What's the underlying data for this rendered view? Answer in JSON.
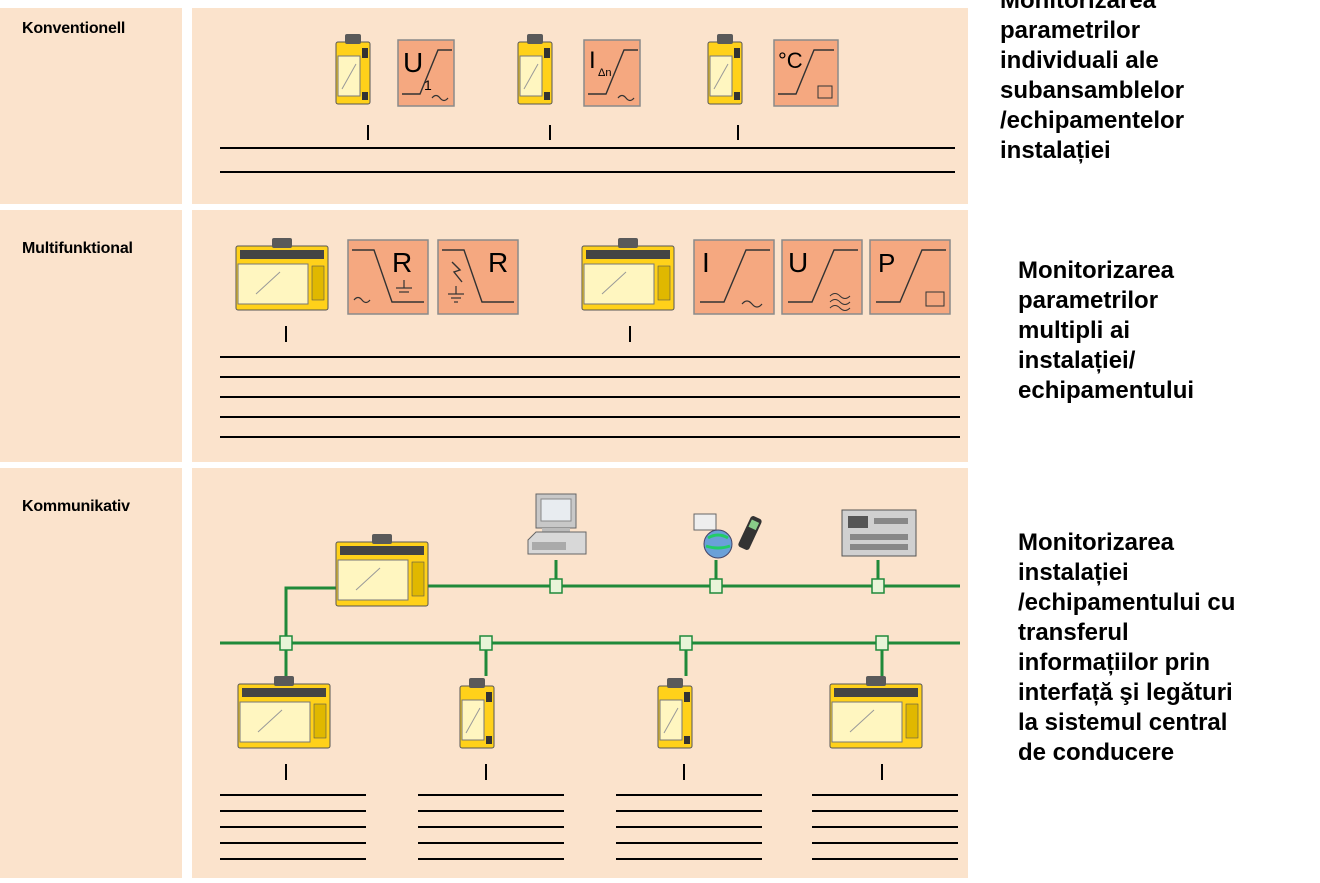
{
  "rows": [
    {
      "label": "Konventionell",
      "description": "Monitorizarea parametrilor individuali ale subansamblelor /echipamentelor instalației"
    },
    {
      "label": "Multifunktional",
      "description": "Monitorizarea parametrilor multipli ai instalației/ echipamentului"
    },
    {
      "label": "Kommunikativ",
      "description": "Monitorizarea instalației /echipamentului cu transferul informațiilor prin interfață şi legături la sistemul central de conducere"
    }
  ],
  "symbols": {
    "u1": {
      "main": "U",
      "sub": "1"
    },
    "idn": {
      "main": "I",
      "sub": "Δn"
    },
    "temp": {
      "main": "°C"
    },
    "r_ac": {
      "main": "R"
    },
    "r_fault": {
      "main": "R"
    },
    "i": {
      "main": "I"
    },
    "u": {
      "main": "U"
    },
    "p": {
      "main": "P"
    }
  },
  "desc_lines": {
    "row1": [
      "Monitorizarea",
      "parametrilor",
      "individuali ale",
      "subansamblelor",
      "/echipamentelor",
      "instalației"
    ],
    "row2": [
      "Monitorizarea",
      "parametrilor",
      "multipli ai",
      "instalației/",
      "echipamentului"
    ],
    "row3": [
      "Monitorizarea",
      "instalației",
      "/echipamentului cu",
      "transferul",
      "informațiilor prin",
      "interfață şi legături",
      "la sistemul central",
      "de conducere"
    ]
  },
  "colors": {
    "panel": "#fbe3cc",
    "symbol_fill": "#f5a880",
    "device_yellow": "#ffd11a",
    "bus_green": "#1f8a3a"
  },
  "icons": [
    "relay-device-icon",
    "computer-icon",
    "network-globe-icon",
    "mobile-phone-icon",
    "control-panel-icon"
  ]
}
